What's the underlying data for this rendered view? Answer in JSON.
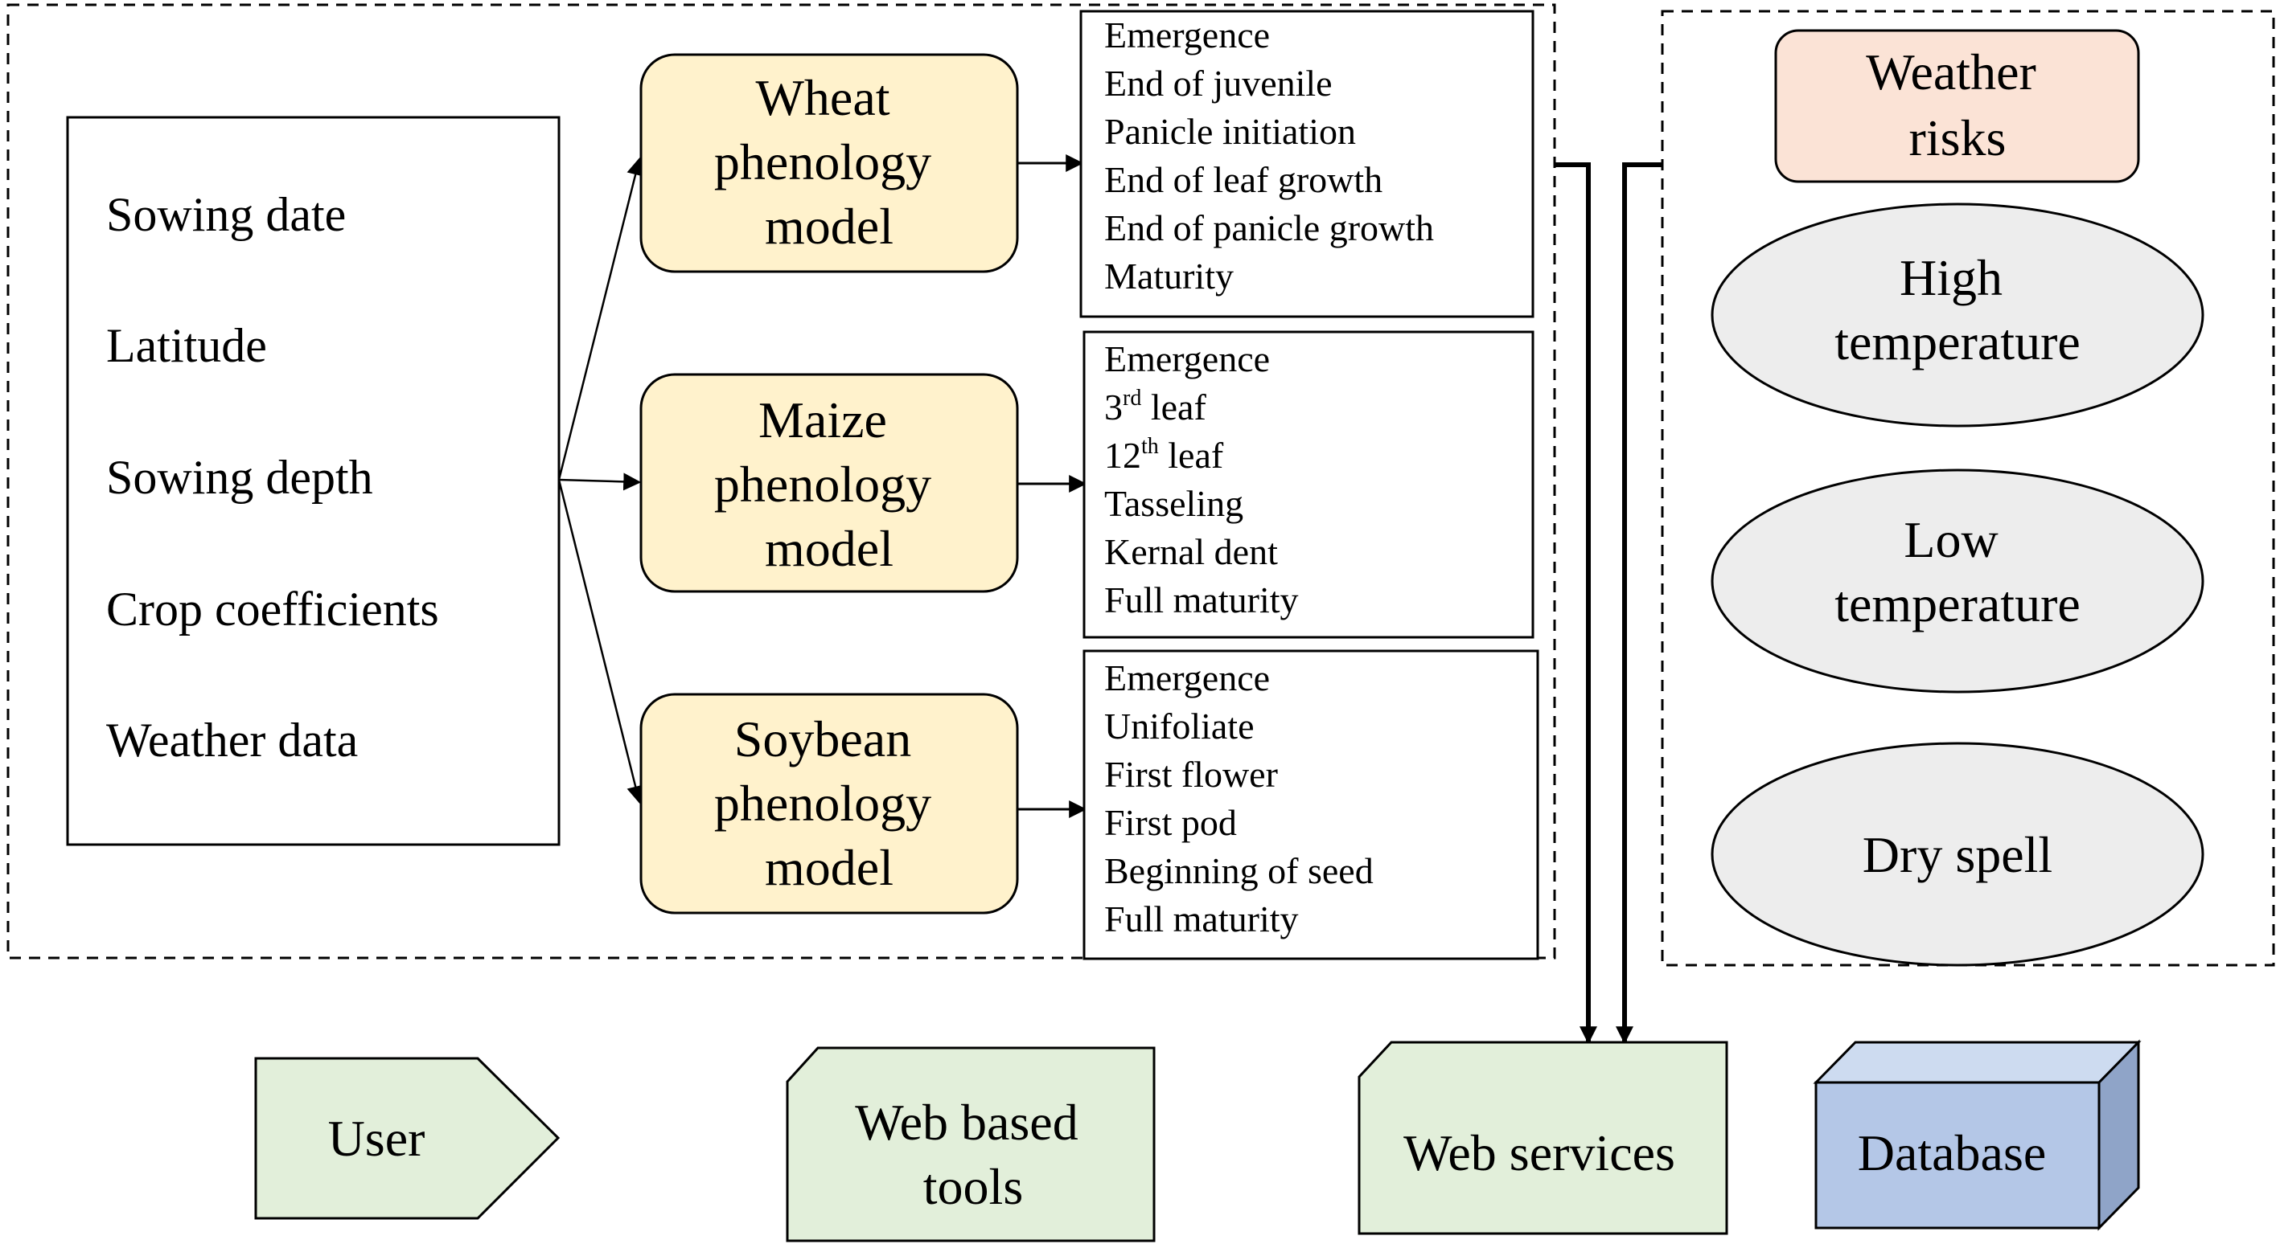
{
  "inputs": {
    "items": [
      "Sowing date",
      "Latitude",
      "Sowing depth",
      "Crop coefficients",
      "Weather data"
    ]
  },
  "models": [
    {
      "lines": [
        "Wheat",
        "phenology",
        "model"
      ],
      "stages": [
        {
          "text": "Emergence"
        },
        {
          "text": "End of juvenile"
        },
        {
          "text": "Panicle initiation"
        },
        {
          "text": "End of leaf growth"
        },
        {
          "text": "End of panicle growth"
        },
        {
          "text": "Maturity"
        }
      ]
    },
    {
      "lines": [
        "Maize",
        "phenology",
        "model"
      ],
      "stages": [
        {
          "text": "Emergence"
        },
        {
          "text": "3",
          "sup": "rd",
          "rest": " leaf"
        },
        {
          "text": "12",
          "sup": "th",
          "rest": " leaf"
        },
        {
          "text": "Tasseling"
        },
        {
          "text": "Kernal dent"
        },
        {
          "text": "Full maturity"
        }
      ]
    },
    {
      "lines": [
        "Soybean",
        "phenology",
        "model"
      ],
      "stages": [
        {
          "text": "Emergence"
        },
        {
          "text": "Unifoliate"
        },
        {
          "text": "First flower"
        },
        {
          "text": "First pod"
        },
        {
          "text": "Beginning of seed"
        },
        {
          "text": "Full maturity"
        }
      ]
    }
  ],
  "risks": {
    "header": [
      "Weather",
      "risks"
    ],
    "items": [
      [
        "High",
        "temperature"
      ],
      [
        "Low",
        "temperature"
      ],
      [
        "Dry spell"
      ]
    ]
  },
  "legend": {
    "user": "User",
    "tools": [
      "Web based",
      "tools"
    ],
    "services": "Web services",
    "database": "Database"
  },
  "colors": {
    "model_fill": "#FFF2CC",
    "risk_header_fill": "#FBE3D6",
    "ellipse_fill": "#EDEDED",
    "green_fill": "#E2EFDA",
    "db_front": "#B4C7E7",
    "db_top": "#CDDBF0",
    "db_side": "#8FA4C8",
    "stroke": "#000000"
  }
}
